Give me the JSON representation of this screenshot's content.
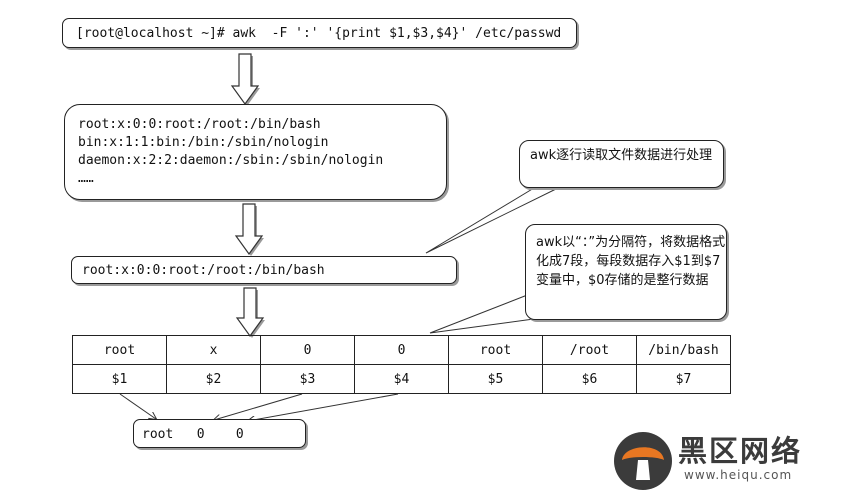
{
  "command": "[root@localhost ~]# awk  -F ':' '{print $1,$3,$4}' /etc/passwd",
  "file_lines": [
    "root:x:0:0:root:/root:/bin/bash",
    "bin:x:1:1:bin:/bin:/sbin/nologin",
    "daemon:x:2:2:daemon:/sbin:/sbin/nologin",
    "……"
  ],
  "current_row": "root:x:0:0:root:/root:/bin/bash",
  "callout_read": "awk逐行读取文件数据进行处理",
  "callout_split": "awk以“：”为分隔符，将数据格式化成7段，每段数据存入$1到$7变量中，$0存储的是整行数据",
  "fields": {
    "values": [
      "root",
      "x",
      "0",
      "0",
      "root",
      "/root",
      "/bin/bash"
    ],
    "variables": [
      "$1",
      "$2",
      "$3",
      "$4",
      "$5",
      "$6",
      "$7"
    ]
  },
  "result": "root   0    0",
  "watermark": {
    "title": "黑区网络",
    "url": "www.heiqu.com"
  }
}
